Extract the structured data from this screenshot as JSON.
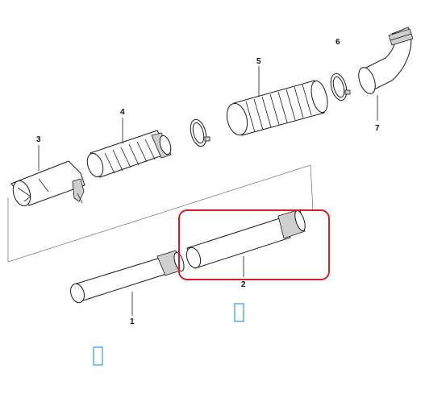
{
  "labels": {
    "p1": "1",
    "p2": "2",
    "p3": "3",
    "p4": "4",
    "p5": "5",
    "p6": "6",
    "p7": "7"
  },
  "highlight": {
    "part": "2",
    "color": "#d81b2b"
  },
  "marker_color": "#2a9fd6"
}
